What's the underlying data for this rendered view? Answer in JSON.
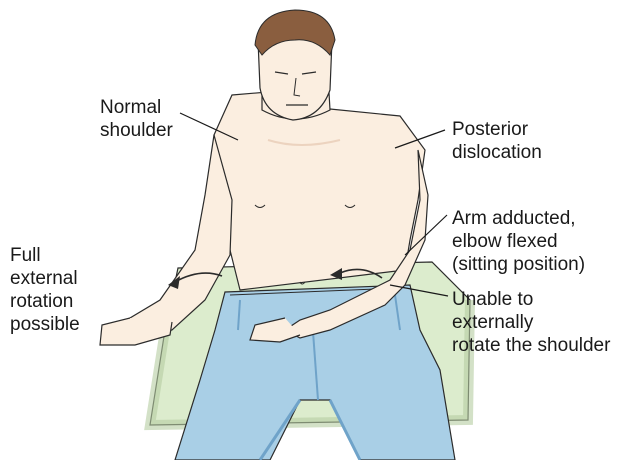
{
  "labels": {
    "normal_shoulder": [
      "Normal",
      "shoulder"
    ],
    "posterior_dislocation": [
      "Posterior",
      "dislocation"
    ],
    "arm_adducted": [
      "Arm adducted,",
      "elbow flexed",
      "(sitting position)"
    ],
    "full_external_rotation": [
      "Full",
      "external",
      "rotation",
      "possible"
    ],
    "unable_to_rotate": [
      "Unable to",
      "externally",
      "rotate the shoulder"
    ]
  },
  "colors": {
    "skin": "#fbeee0",
    "skin_shadow": "#ecd3bf",
    "outline": "#2b2b2b",
    "hair": "#8a5e3f",
    "jeans": "#a9cfe6",
    "jeans_dark": "#6fa3c9",
    "chair": "#dceccd",
    "chair_dark": "#b6cda1"
  }
}
